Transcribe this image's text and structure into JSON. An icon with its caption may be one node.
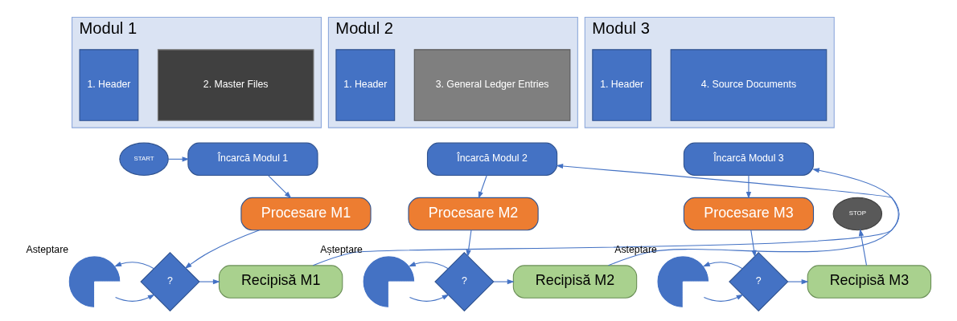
{
  "diagram": {
    "nodes": [
      {
        "text": [
          "Modul 1"
        ]
      },
      {
        "text": [
          "1. Header"
        ],
        "in": 0
      },
      {
        "text": [
          "2. Master Files"
        ],
        "in": 0
      },
      {
        "text": [
          "Modul 2"
        ]
      },
      {
        "text": [
          "1. Header"
        ],
        "in": 3
      },
      {
        "text": [
          "3. General Ledger Entries"
        ],
        "in": 3
      },
      {
        "text": [
          "Modul 3"
        ]
      },
      {
        "text": [
          "1. Header"
        ],
        "in": 6
      },
      {
        "text": [
          "4. Source Documents"
        ],
        "in": 6
      },
      {
        "text": [
          "START"
        ]
      },
      {
        "text": [
          "Încarcă Modul 1"
        ]
      },
      {
        "text": [
          "Procesare M1"
        ]
      },
      {
        "text": [],
        "shape": "circle",
        "beside": [
          "Asteptare"
        ]
      },
      {
        "text": [
          "?"
        ]
      },
      {
        "text": [
          "Recipisă M1"
        ]
      },
      {
        "text": [
          "Încarcă Modul 2"
        ]
      },
      {
        "text": [
          "Procesare M2"
        ]
      },
      {
        "text": [],
        "shape": "circle",
        "beside": [
          "Așteptare"
        ]
      },
      {
        "text": [
          "?"
        ]
      },
      {
        "text": [
          "Recipisă M2"
        ]
      },
      {
        "text": [
          "Încarcă Modul 3"
        ]
      },
      {
        "text": [
          "Procesare M3"
        ]
      },
      {
        "text": [],
        "shape": "circle",
        "beside": [
          "Asteptare"
        ]
      },
      {
        "text": [
          "?"
        ]
      },
      {
        "text": [
          "Recipisă M3"
        ]
      },
      {
        "text": [
          "STOP"
        ]
      }
    ],
    "edges": [
      {
        "from": 9,
        "to": 10,
        "arrow": "to"
      },
      {
        "from": 10,
        "to": 11,
        "arrow": "to"
      },
      {
        "from": 11,
        "to": 13,
        "arrow": "to"
      },
      {
        "from": 12,
        "to": 13,
        "arrow": "to"
      },
      {
        "from": 13,
        "to": 12,
        "arrow": "to"
      },
      {
        "from": 13,
        "to": 14,
        "arrow": "to"
      },
      {
        "from": 14,
        "to": 15,
        "arrow": "to"
      },
      {
        "from": 15,
        "to": 16,
        "arrow": "to"
      },
      {
        "from": 16,
        "to": 18,
        "arrow": "to"
      },
      {
        "from": 17,
        "to": 18,
        "arrow": "to"
      },
      {
        "from": 18,
        "to": 17,
        "arrow": "to"
      },
      {
        "from": 18,
        "to": 19,
        "arrow": "to"
      },
      {
        "from": 19,
        "to": 20,
        "arrow": "to"
      },
      {
        "from": 20,
        "to": 21,
        "arrow": "to"
      },
      {
        "from": 21,
        "to": 23,
        "arrow": "to"
      },
      {
        "from": 22,
        "to": 23,
        "arrow": "to"
      },
      {
        "from": 23,
        "to": 22,
        "arrow": "to"
      },
      {
        "from": 23,
        "to": 24,
        "arrow": "to"
      },
      {
        "from": 24,
        "to": 25,
        "arrow": "to"
      }
    ]
  }
}
